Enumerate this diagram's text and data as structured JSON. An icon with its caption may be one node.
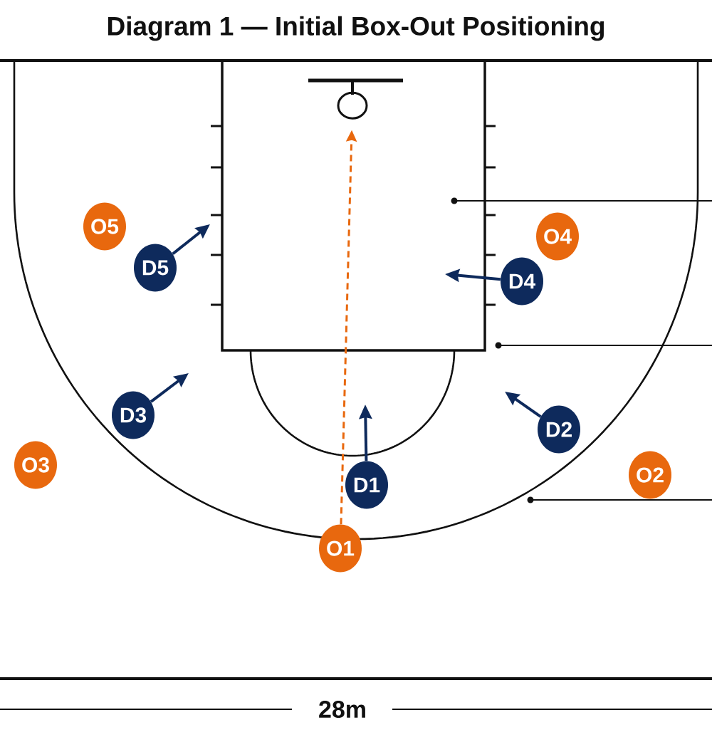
{
  "diagram": {
    "title": "Diagram 1 — Initial Box-Out Positioning",
    "nodes": [
      {
        "text": [],
        "shape": "box"
      },
      {
        "text": [],
        "shape": "circle",
        "in": 0
      },
      {
        "text": [
          "O5"
        ]
      },
      {
        "text": [
          "O4"
        ]
      },
      {
        "text": [
          "D5"
        ]
      },
      {
        "text": [
          "D4"
        ]
      },
      {
        "text": [
          "D3"
        ]
      },
      {
        "text": [
          "D2"
        ]
      },
      {
        "text": [
          "O3"
        ]
      },
      {
        "text": [
          "O2"
        ]
      },
      {
        "text": [
          "D1"
        ]
      },
      {
        "text": [
          "O1"
        ]
      }
    ],
    "edges": [
      {
        "from": 11,
        "to": 1,
        "arrow": "to",
        "style": "dashed",
        "color": "#e8680e"
      },
      {
        "from": 4,
        "to": null,
        "arrow": "to"
      },
      {
        "from": 5,
        "to": null,
        "arrow": "to"
      },
      {
        "from": 6,
        "to": null,
        "arrow": "to"
      },
      {
        "from": 7,
        "to": null,
        "arrow": "to"
      },
      {
        "from": 10,
        "to": null,
        "arrow": "to"
      }
    ],
    "labels": [
      "28m"
    ]
  }
}
